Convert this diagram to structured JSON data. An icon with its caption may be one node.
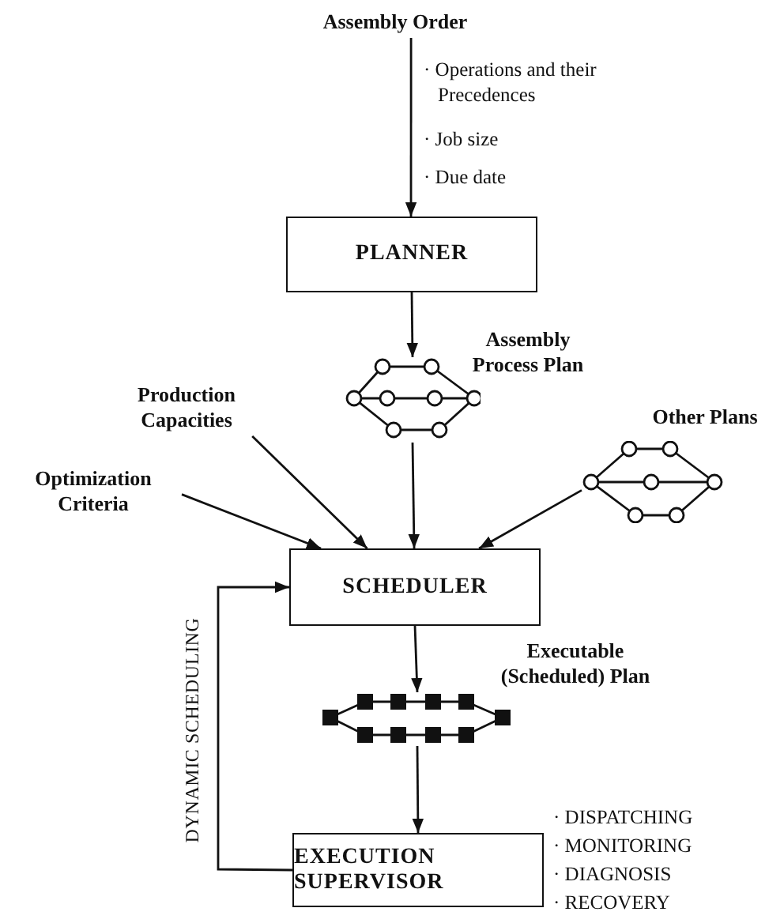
{
  "diagram": {
    "nodes": [
      {
        "text": [
          "Assembly Order"
        ]
      },
      {
        "text": [
          "PLANNER"
        ]
      },
      {
        "text": [],
        "shape": "graph",
        "beside": [
          "Assembly Process Plan"
        ]
      },
      {
        "text": [
          "Production Capacities"
        ]
      },
      {
        "text": [
          "Optimization Criteria"
        ]
      },
      {
        "text": [],
        "shape": "graph",
        "beside": [
          "Other Plans"
        ]
      },
      {
        "text": [
          "SCHEDULER"
        ]
      },
      {
        "text": [],
        "shape": "graph",
        "beside": [
          "Executable (Scheduled) Plan"
        ]
      },
      {
        "text": [
          "EXECUTION SUPERVISOR"
        ]
      }
    ],
    "edges": [
      {
        "from": 0,
        "to": 1,
        "arrow": "to"
      },
      {
        "from": 1,
        "to": 2,
        "arrow": "to"
      },
      {
        "from": 2,
        "to": 6,
        "arrow": "to"
      },
      {
        "from": 3,
        "to": 6,
        "arrow": "to"
      },
      {
        "from": 4,
        "to": 6,
        "arrow": "to"
      },
      {
        "from": 5,
        "to": 6,
        "arrow": "to"
      },
      {
        "from": 6,
        "to": 7,
        "arrow": "to"
      },
      {
        "from": 7,
        "to": 8,
        "arrow": "to"
      },
      {
        "from": 8,
        "to": 6,
        "arrow": "to",
        "label": "DYNAMIC SCHEDULING"
      }
    ],
    "labels": [
      "· Operations and their Precedences",
      "· Job size",
      "· Due date",
      "· DISPATCHING",
      "· MONITORING",
      "· DIAGNOSIS",
      "· RECOVERY"
    ]
  }
}
